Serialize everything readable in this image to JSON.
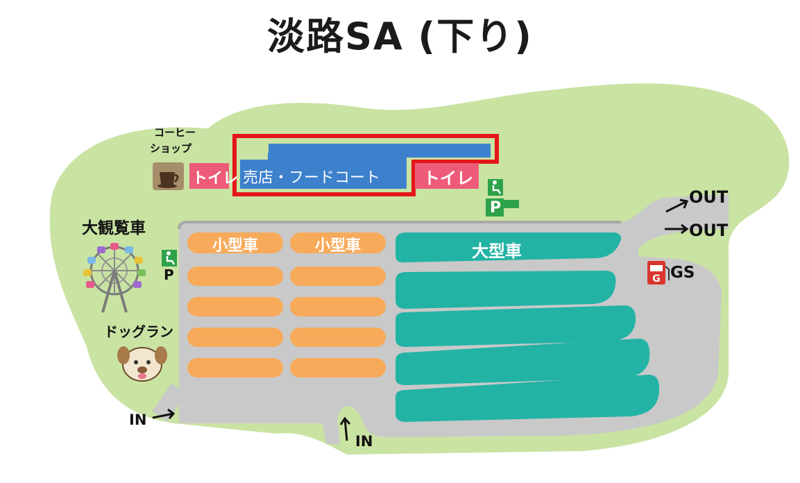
{
  "title": "淡路SA (下り)",
  "colors": {
    "grass": "#c9e3a3",
    "road": "#c9c9c9",
    "road_edge": "#a9a9a9",
    "parking_small": "#f7aa5a",
    "parking_large": "#23b3a5",
    "building": "#3d80cc",
    "toilet": "#ee5b78",
    "highlight": "#e4161a",
    "accessible": "#2ea24a"
  },
  "map": {
    "coffee_shop": {
      "line1": "コーヒー",
      "line2": "ショップ",
      "icon": "coffee-cup-icon"
    },
    "toilet_left": "トイレ",
    "toilet_right": "トイレ",
    "shop_food_court": "売店・フードコート",
    "ferris_wheel": {
      "label": "大観覧車",
      "icon": "ferris-wheel-icon"
    },
    "dog_run": {
      "label": "ドッグラン",
      "icon": "dog-icon"
    },
    "accessible_parking_top": "P",
    "accessible_parking_left": "P",
    "small_car_1": "小型車",
    "small_car_2": "小型車",
    "large_car": "大型車",
    "gas_station": {
      "label": "GS",
      "icon": "fuel-pump-icon"
    },
    "exits": [
      "OUT",
      "OUT"
    ],
    "entrances": [
      "IN",
      "IN"
    ]
  }
}
